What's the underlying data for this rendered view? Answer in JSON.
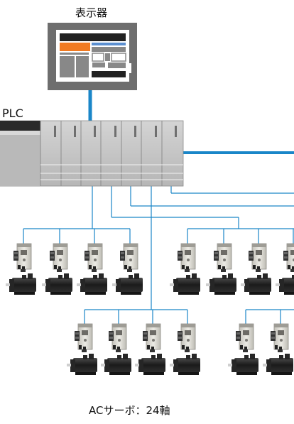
{
  "labels": {
    "display": "表示器",
    "plc": "PLC",
    "caption": "ACサーボ：24軸"
  },
  "colors": {
    "network": "#1a86c8",
    "display_frame": "#6e6e6e",
    "display_accent_orange": "#f07a22",
    "display_accent_blue": "#5b8fd0",
    "plc_body": "#c9c9c9",
    "plc_dark": "#2a2a2a",
    "servo_amp": "#d9d7cf",
    "motor": "#222222"
  },
  "icons": {
    "display": "touch-panel-display-icon",
    "plc": "plc-rack-icon",
    "servo_amp": "servo-amplifier-icon",
    "servo_motor": "servo-motor-icon"
  }
}
